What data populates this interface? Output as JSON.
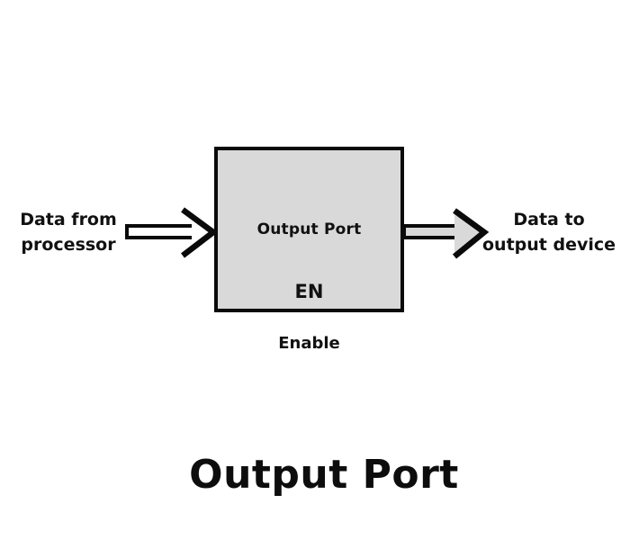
{
  "colors": {
    "background": "#ffffff",
    "box_fill": "#d9d9d9",
    "line": "#0a0a0a",
    "text": "#111111",
    "left_arrow_fill": "#ffffff",
    "right_arrow_fill": "#d9d9d9"
  },
  "diagram": {
    "input_label": {
      "line1": "Data from",
      "line2": "processor"
    },
    "box": {
      "label": "Output Port",
      "pin": "EN"
    },
    "output_label": {
      "line1": "Data to",
      "line2": "output device"
    },
    "enable_label": "Enable"
  },
  "title": "Output Port"
}
